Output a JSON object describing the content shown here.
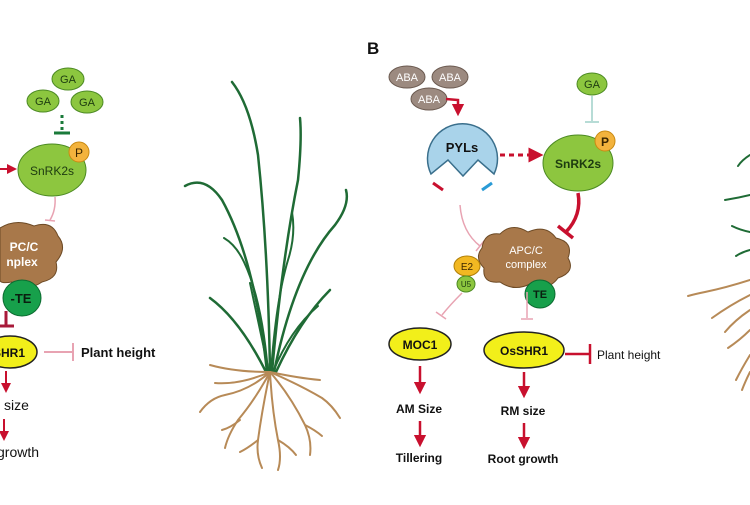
{
  "panel_b_label": "B",
  "left_panel": {
    "ga": [
      "GA",
      "GA",
      "GA"
    ],
    "snrk2s": "SnRK2s",
    "phospho": "P",
    "apcc_line1": "PC/C",
    "apcc_line2": "nplex",
    "te": "-TE",
    "oshr1": "SHR1",
    "plant_height": "Plant height",
    "size": "size",
    "growth": "growth"
  },
  "right_panel": {
    "aba": [
      "ABA",
      "ABA",
      "ABA"
    ],
    "ga": "GA",
    "pyls": "PYLs",
    "snrk2s": "SnRK2s",
    "phospho": "P",
    "apcc_line1": "APC/C",
    "apcc_line2": "complex",
    "e2": "E2",
    "u5": "U5",
    "te": "TE",
    "moc1": "MOC1",
    "osshr1": "OsSHR1",
    "plant_height": "Plant height",
    "am_size": "AM Size",
    "tillering": "Tillering",
    "rm_size": "RM size",
    "root_growth": "Root growth"
  },
  "colors": {
    "ga_fill": "#8cc63f",
    "green_node": "#8dc63f",
    "aba_fill": "#9c8a80",
    "pyls_fill": "#a9d3ea",
    "apcc_fill": "#a8784a",
    "te_fill": "#17a04b",
    "yellow_node": "#f2ef1a",
    "phospho_fill": "#f3b33d",
    "red_arrow": "#c8102e",
    "pink_line": "#e8a3b2",
    "plant_leaf": "#1f6b35",
    "plant_root": "#b78a57"
  }
}
